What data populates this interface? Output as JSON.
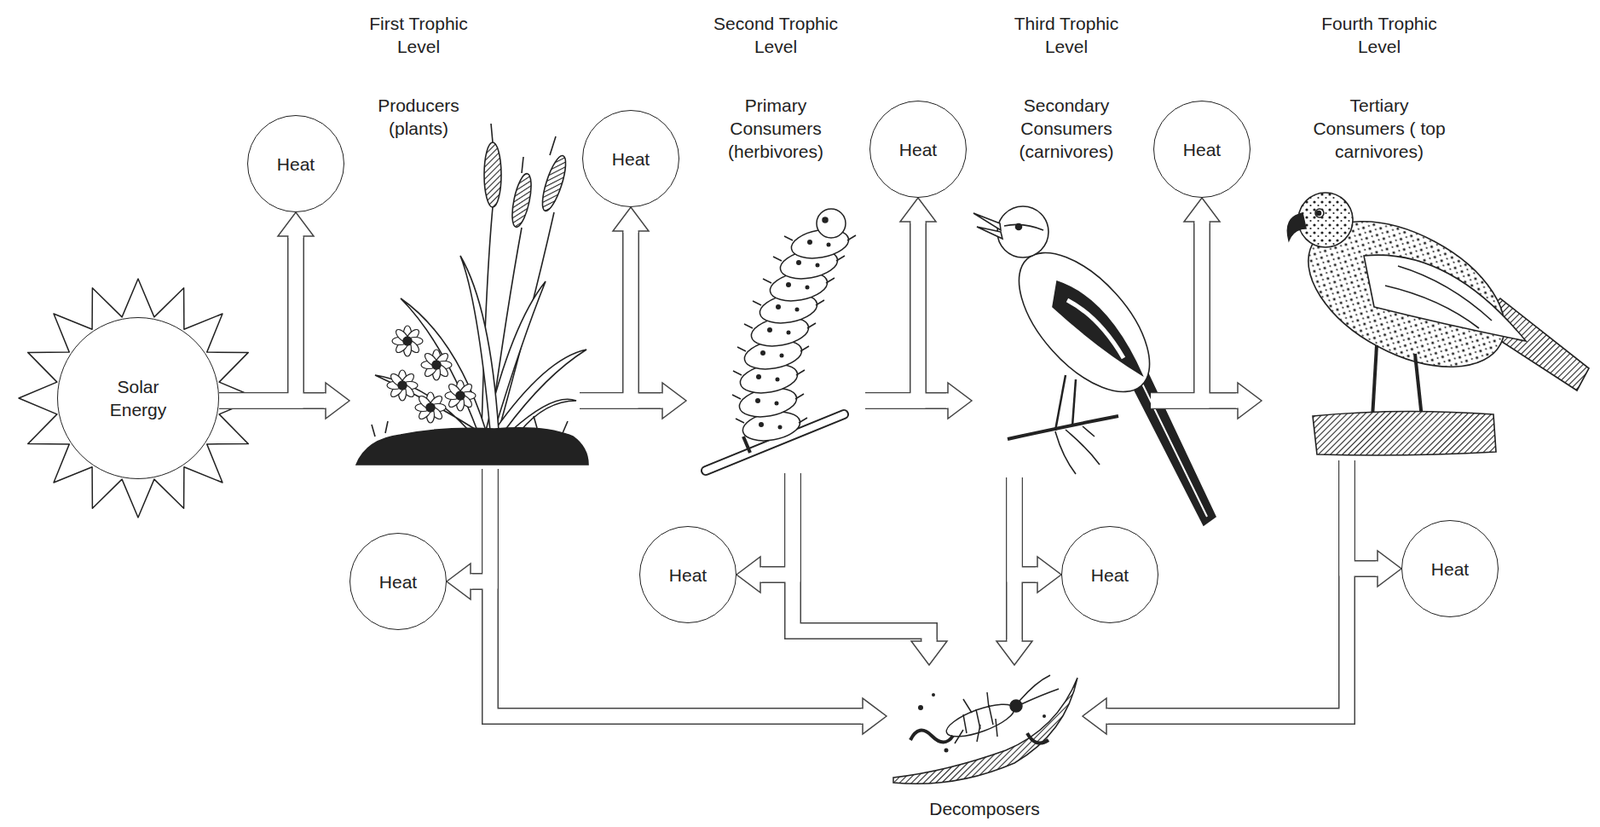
{
  "diagram": {
    "nodes": [
      {
        "text": [
          "Solar Energy"
        ]
      },
      {
        "text": [
          "Heat"
        ]
      },
      {
        "text": [
          "First Trophic Level",
          "Producers (plants)"
        ]
      },
      {
        "text": [
          "Heat"
        ]
      },
      {
        "text": [
          "Second Trophic Level",
          "Primary Consumers (herbivores)"
        ]
      },
      {
        "text": [
          "Heat"
        ]
      },
      {
        "text": [
          "Third Trophic Level",
          "Secondary Consumers (carnivores)"
        ]
      },
      {
        "text": [
          "Heat"
        ]
      },
      {
        "text": [
          "Fourth Trophic Level",
          "Tertiary Consumers ( top carnivores)"
        ]
      },
      {
        "text": [
          "Heat"
        ]
      },
      {
        "text": [
          "Heat"
        ]
      },
      {
        "text": [
          "Heat"
        ]
      },
      {
        "text": [
          "Heat"
        ]
      },
      {
        "text": [
          "Decomposers"
        ]
      }
    ],
    "edges": [
      {
        "from": 0,
        "to": 1,
        "arrow": "to"
      },
      {
        "from": 0,
        "to": 2,
        "arrow": "to"
      },
      {
        "from": 2,
        "to": 3,
        "arrow": "to"
      },
      {
        "from": 2,
        "to": 4,
        "arrow": "to"
      },
      {
        "from": 4,
        "to": 5,
        "arrow": "to"
      },
      {
        "from": 4,
        "to": 6,
        "arrow": "to"
      },
      {
        "from": 6,
        "to": 7,
        "arrow": "to"
      },
      {
        "from": 6,
        "to": 8,
        "arrow": "to"
      },
      {
        "from": 2,
        "to": 9,
        "arrow": "to"
      },
      {
        "from": 2,
        "to": 13,
        "arrow": "to"
      },
      {
        "from": 4,
        "to": 10,
        "arrow": "to"
      },
      {
        "from": 4,
        "to": 13,
        "arrow": "to"
      },
      {
        "from": 6,
        "to": 11,
        "arrow": "to"
      },
      {
        "from": 6,
        "to": 13,
        "arrow": "to"
      },
      {
        "from": 8,
        "to": 12,
        "arrow": "to"
      },
      {
        "from": 8,
        "to": 13,
        "arrow": "to"
      }
    ]
  }
}
